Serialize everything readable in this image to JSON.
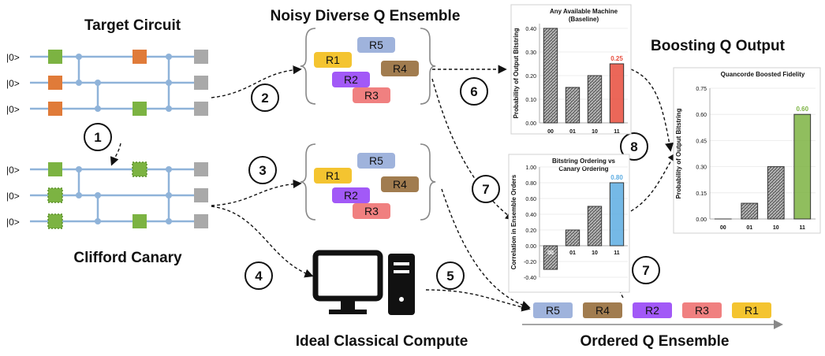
{
  "headings": {
    "target_circuit": "Target Circuit",
    "noisy_ensemble": "Noisy Diverse Q Ensemble",
    "boosting": "Boosting Q Output",
    "clifford_canary": "Clifford Canary",
    "ideal_compute": "Ideal Classical Compute",
    "ordered_ensemble": "Ordered Q Ensemble"
  },
  "qubit_label": "|0>",
  "colors": {
    "wire": "#8fb3d9",
    "gate_orange": "#e07b39",
    "gate_green": "#7cb342",
    "measure_gray": "#a9a9a9",
    "r1": "#f4c430",
    "r2": "#a259f7",
    "r3": "#f08080",
    "r4": "#a17c4f",
    "r5": "#9fb3dc"
  },
  "regions": {
    "r1": "R1",
    "r2": "R2",
    "r3": "R3",
    "r4": "R4",
    "r5": "R5"
  },
  "ordered_list": [
    "R5",
    "R4",
    "R2",
    "R3",
    "R1"
  ],
  "steps": [
    "1",
    "2",
    "3",
    "4",
    "5",
    "6",
    "7",
    "7",
    "8"
  ],
  "chart_data": [
    {
      "type": "bar",
      "title": "Any Available Machine (Baseline)",
      "title_lines": [
        "Any Available Machine",
        "(Baseline)"
      ],
      "ylabel": "Probability of Output Bitstring",
      "categories": [
        "00",
        "01",
        "10",
        "11"
      ],
      "values": [
        0.4,
        0.15,
        0.2,
        0.25
      ],
      "yticks": [
        "0.00",
        "0.10",
        "0.20",
        "0.30",
        "0.40"
      ],
      "ylim": [
        0,
        0.42
      ],
      "highlight_index": 3,
      "highlight_label": "0.25",
      "highlight_color": "#e74c3c",
      "bar_color": "#8c8c8c"
    },
    {
      "type": "bar",
      "title": "Bitstring Ordering vs Canary Ordering",
      "title_lines": [
        "Bitstring Ordering vs",
        "Canary Ordering"
      ],
      "ylabel": "Correlation in Ensemble Orders",
      "categories": [
        "00",
        "01",
        "10",
        "11"
      ],
      "values": [
        -0.3,
        0.2,
        0.5,
        0.8
      ],
      "yticks": [
        "-0.40",
        "-0.20",
        "0.00",
        "0.20",
        "0.40",
        "0.60",
        "0.80",
        "1.00"
      ],
      "ylim": [
        -0.4,
        1.0
      ],
      "highlight_index": 3,
      "highlight_label": "0.80",
      "highlight_color": "#5dade2",
      "bar_color": "#8c8c8c"
    },
    {
      "type": "bar",
      "title": "Quancorde Boosted Fidelity",
      "title_lines": [
        "Quancorde Boosted Fidelity"
      ],
      "ylabel": "Probability of Output Bitstring",
      "categories": [
        "00",
        "01",
        "10",
        "11"
      ],
      "values": [
        0.0,
        0.09,
        0.3,
        0.6
      ],
      "yticks": [
        "0.00",
        "0.15",
        "0.30",
        "0.45",
        "0.60",
        "0.75"
      ],
      "ylim": [
        0,
        0.75
      ],
      "highlight_index": 3,
      "highlight_label": "0.60",
      "highlight_color": "#7cb342",
      "bar_color": "#8c8c8c"
    }
  ]
}
